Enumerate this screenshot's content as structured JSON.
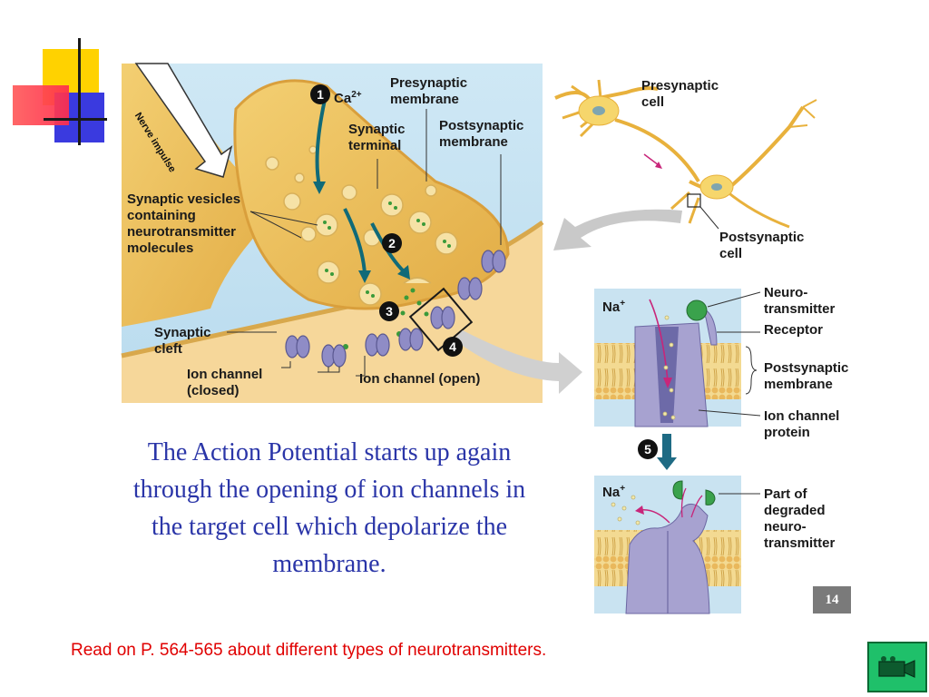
{
  "diagram": {
    "step1": "1",
    "ca_label": "Ca",
    "ca_superscript": "2+",
    "nerve_impulse": "Nerve impulse",
    "presynaptic_membrane": "Presynaptic\nmembrane",
    "synaptic_terminal": "Synaptic\nterminal",
    "postsynaptic_membrane_main": "Postsynaptic\nmembrane",
    "synaptic_vesicles": "Synaptic vesicles\ncontaining\nneurotransmitter\nmolecules",
    "step2": "2",
    "step3": "3",
    "step4": "4",
    "synaptic_cleft": "Synaptic\ncleft",
    "ion_channel_closed": "Ion channel\n(closed)",
    "ion_channel_open": "Ion channel (open)",
    "presynaptic_cell": "Presynaptic\ncell",
    "postsynaptic_cell": "Postsynaptic\ncell",
    "na_top": "Na",
    "na_bottom": "Na",
    "na_superscript": "+",
    "neurotransmitter": "Neuro-\ntransmitter",
    "receptor": "Receptor",
    "postsynaptic_membrane_inset": "Postsynaptic\nmembrane",
    "ion_channel_protein": "Ion channel\nprotein",
    "step5": "5",
    "degraded": "Part of\ndegraded\nneuro-\ntransmitter"
  },
  "caption": "The Action Potential starts up again through the opening of ion channels in the target cell which depolarize the membrane.",
  "footnote": "Read on P. 564-565 about different types of neurotransmitters.",
  "page_number": "14",
  "nav_button_icon": "movie-camera-icon"
}
